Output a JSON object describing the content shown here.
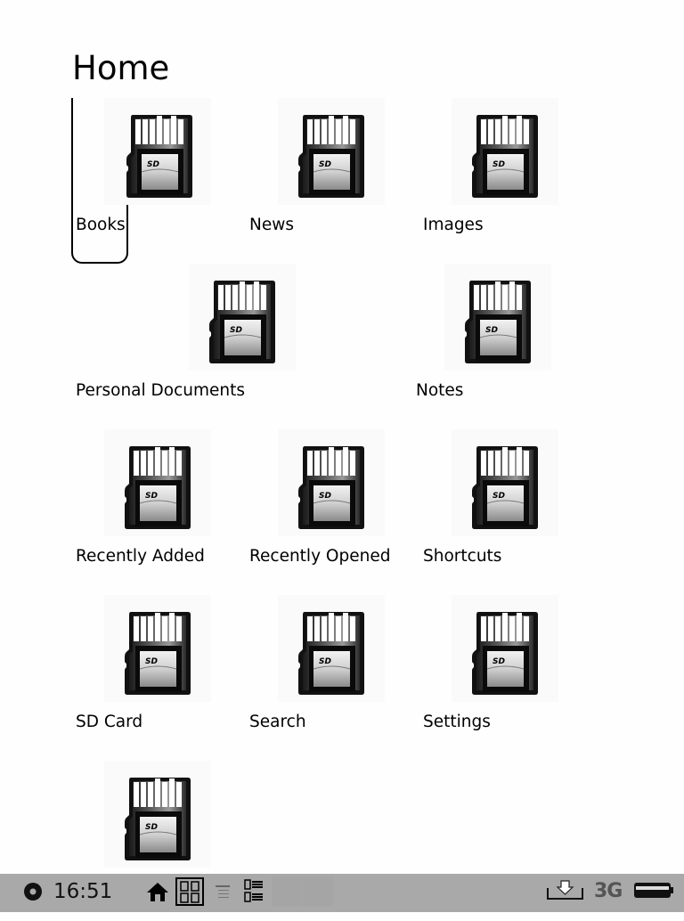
{
  "page": {
    "title": "Home"
  },
  "items": [
    {
      "label": "Books",
      "icon": "sd-card-icon",
      "focused": true
    },
    {
      "label": "News",
      "icon": "sd-card-icon"
    },
    {
      "label": "Images",
      "icon": "sd-card-icon"
    },
    {
      "label": "Personal Documents",
      "icon": "sd-card-icon"
    },
    {
      "label": "Notes",
      "icon": "sd-card-icon"
    },
    {
      "label": "Recently Added",
      "icon": "sd-card-icon"
    },
    {
      "label": "Recently Opened",
      "icon": "sd-card-icon"
    },
    {
      "label": "Shortcuts",
      "icon": "sd-card-icon"
    },
    {
      "label": "SD Card",
      "icon": "sd-card-icon"
    },
    {
      "label": "Search",
      "icon": "sd-card-icon"
    },
    {
      "label": "Settings",
      "icon": "sd-card-icon"
    },
    {
      "label": "",
      "icon": "sd-card-icon"
    }
  ],
  "statusbar": {
    "time": "16:51",
    "network": "3G",
    "icons": [
      "record-icon",
      "home-icon",
      "grid-view-icon",
      "list-view-icon",
      "detail-list-view-icon",
      "download-icon",
      "network-3g-icon",
      "battery-icon"
    ],
    "active_view": "grid-view"
  },
  "colors": {
    "statusbar_bg": "#a9a9a9",
    "text": "#000000",
    "background": "#fefefe"
  }
}
